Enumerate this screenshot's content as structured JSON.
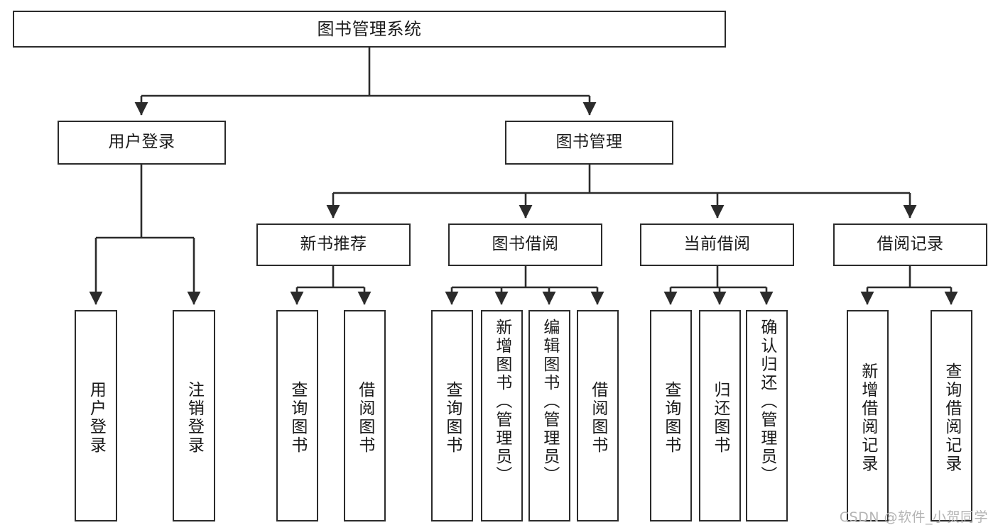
{
  "diagram": {
    "type": "tree",
    "title": "图书管理系统",
    "watermark": "CSDN @软件_小贺同学",
    "colors": {
      "stroke": "#2b2b2b",
      "fill": "#ffffff",
      "text": "#1a1a1a",
      "watermark": "#b4b4b4"
    },
    "levels": {
      "root": {
        "label": "图书管理系统"
      },
      "level2": [
        {
          "id": "user-login",
          "label": "用户登录"
        },
        {
          "id": "book-management",
          "label": "图书管理"
        }
      ],
      "level3": [
        {
          "id": "new-book-recommend",
          "label": "新书推荐",
          "parent": "book-management"
        },
        {
          "id": "book-borrow",
          "label": "图书借阅",
          "parent": "book-management"
        },
        {
          "id": "current-borrow",
          "label": "当前借阅",
          "parent": "book-management"
        },
        {
          "id": "borrow-record",
          "label": "借阅记录",
          "parent": "book-management"
        }
      ],
      "leaves": [
        {
          "id": "leaf-user-login",
          "label": "用户登录",
          "parent": "user-login"
        },
        {
          "id": "leaf-logout-login",
          "label": "注销登录",
          "parent": "user-login"
        },
        {
          "id": "leaf-query-book-1",
          "label": "查询图书",
          "parent": "new-book-recommend"
        },
        {
          "id": "leaf-borrow-book-1",
          "label": "借阅图书",
          "parent": "new-book-recommend"
        },
        {
          "id": "leaf-query-book-2",
          "label": "查询图书",
          "parent": "book-borrow"
        },
        {
          "id": "leaf-add-book",
          "label": "新增图书（管理员）",
          "parent": "book-borrow"
        },
        {
          "id": "leaf-edit-book",
          "label": "编辑图书（管理员）",
          "parent": "book-borrow"
        },
        {
          "id": "leaf-borrow-book-2",
          "label": "借阅图书",
          "parent": "book-borrow"
        },
        {
          "id": "leaf-query-book-3",
          "label": "查询图书",
          "parent": "current-borrow"
        },
        {
          "id": "leaf-return-book",
          "label": "归还图书",
          "parent": "current-borrow"
        },
        {
          "id": "leaf-confirm-return",
          "label": "确认归还（管理员）",
          "parent": "current-borrow"
        },
        {
          "id": "leaf-add-record",
          "label": "新增借阅记录",
          "parent": "borrow-record"
        },
        {
          "id": "leaf-query-record",
          "label": "查询借阅记录",
          "parent": "borrow-record"
        }
      ]
    }
  }
}
